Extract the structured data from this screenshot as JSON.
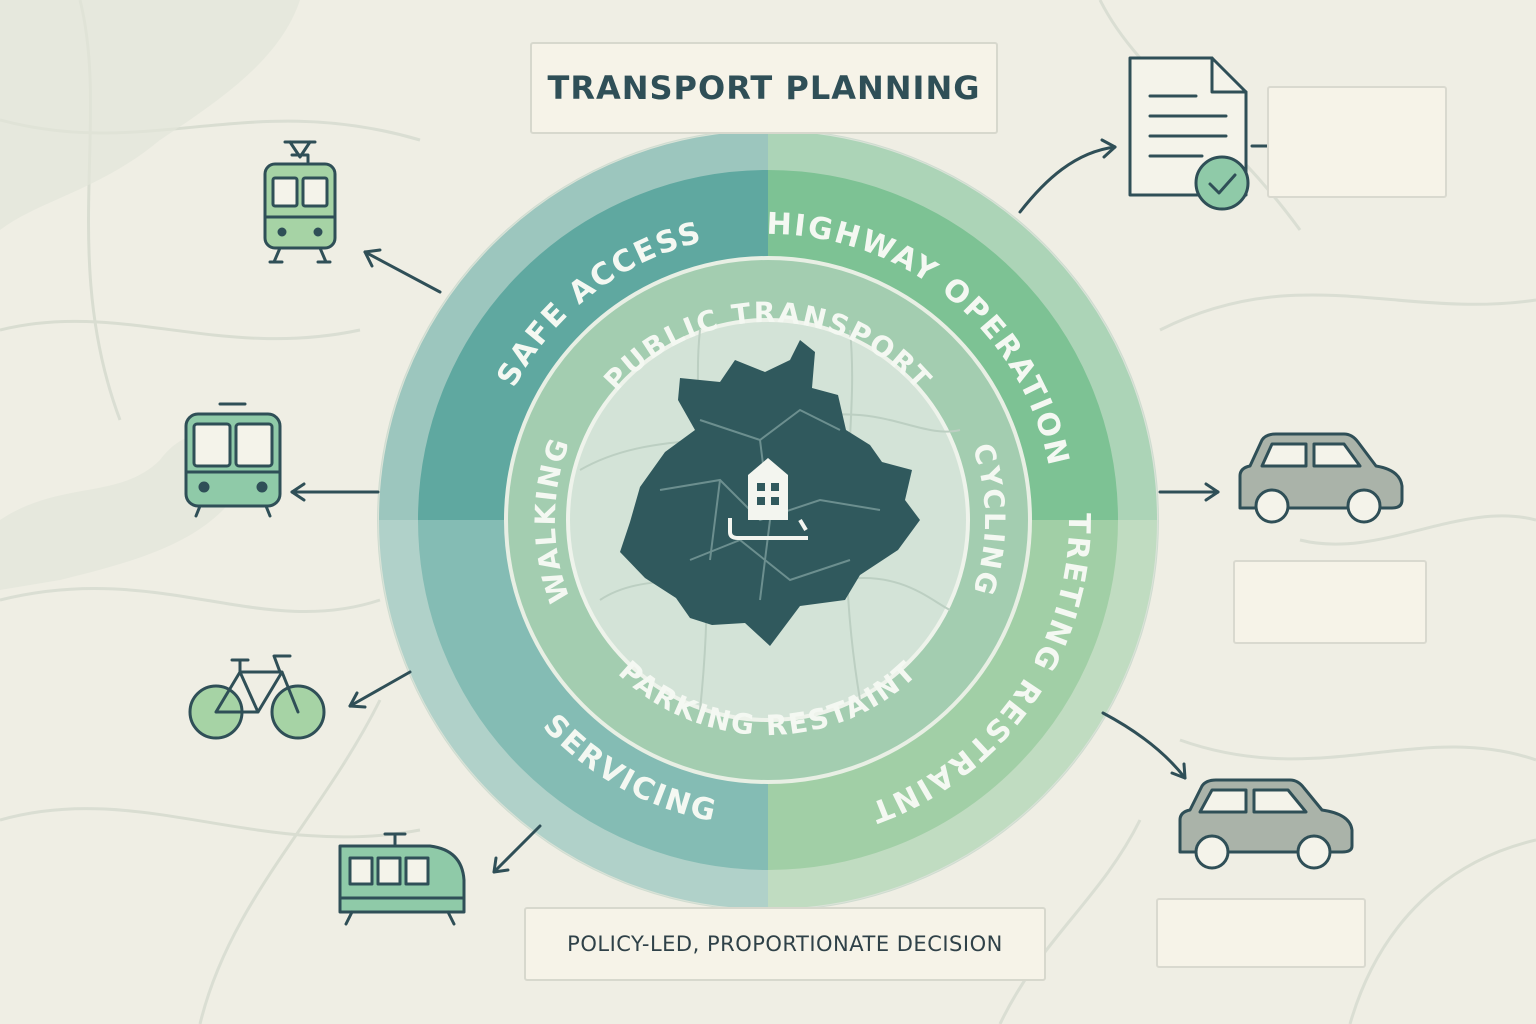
{
  "title": "TRANSPORT PLANNING",
  "footer": "POLICY-LED, PROPORTIONATE DECISION",
  "outer_ring": [
    "SAFE ACCESS",
    "HIGHWAY OPERATION",
    "STRETING RESTRAINT",
    "SERVICING"
  ],
  "inner_ring": [
    "PUBLIC TRANSPORT",
    "CYCLING",
    "PARKING RESTAINT",
    "WALKING"
  ],
  "icons_left": [
    "tram-icon",
    "bus-icon",
    "bicycle-icon",
    "train-icon"
  ],
  "icons_right": [
    "document-check-icon",
    "car-icon",
    "car-icon"
  ],
  "colors": {
    "background": "#efeee4",
    "teal": "#5fa8a0",
    "green": "#7dc294",
    "dark": "#2f5a5e",
    "inner_ring": "#a3cdb0"
  }
}
